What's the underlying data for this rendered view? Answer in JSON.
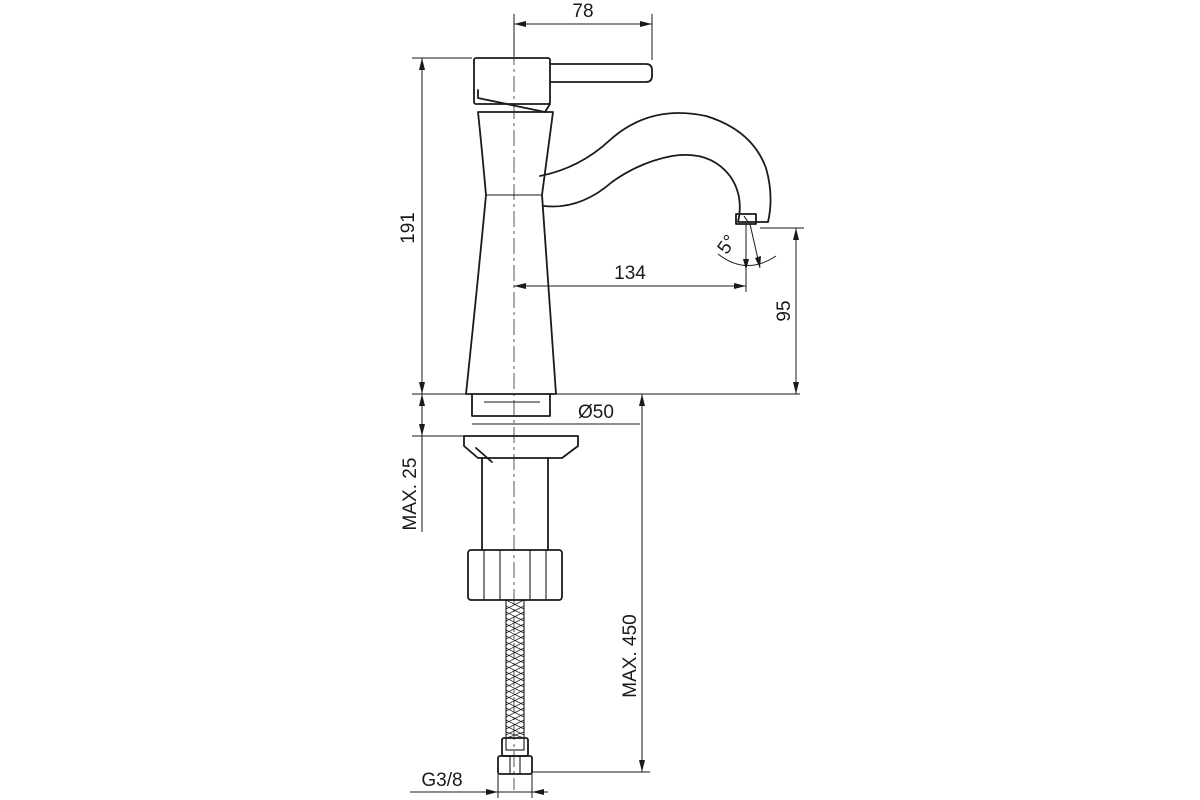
{
  "dimensions": {
    "lever_reach": "78",
    "total_height": "191",
    "spout_reach": "134",
    "spout_height": "95",
    "base_diameter": "Ø50",
    "max_deck_thickness": "MAX. 25",
    "max_hose_length": "MAX. 450",
    "connection_thread": "G3/8",
    "spout_angle": "5°"
  }
}
